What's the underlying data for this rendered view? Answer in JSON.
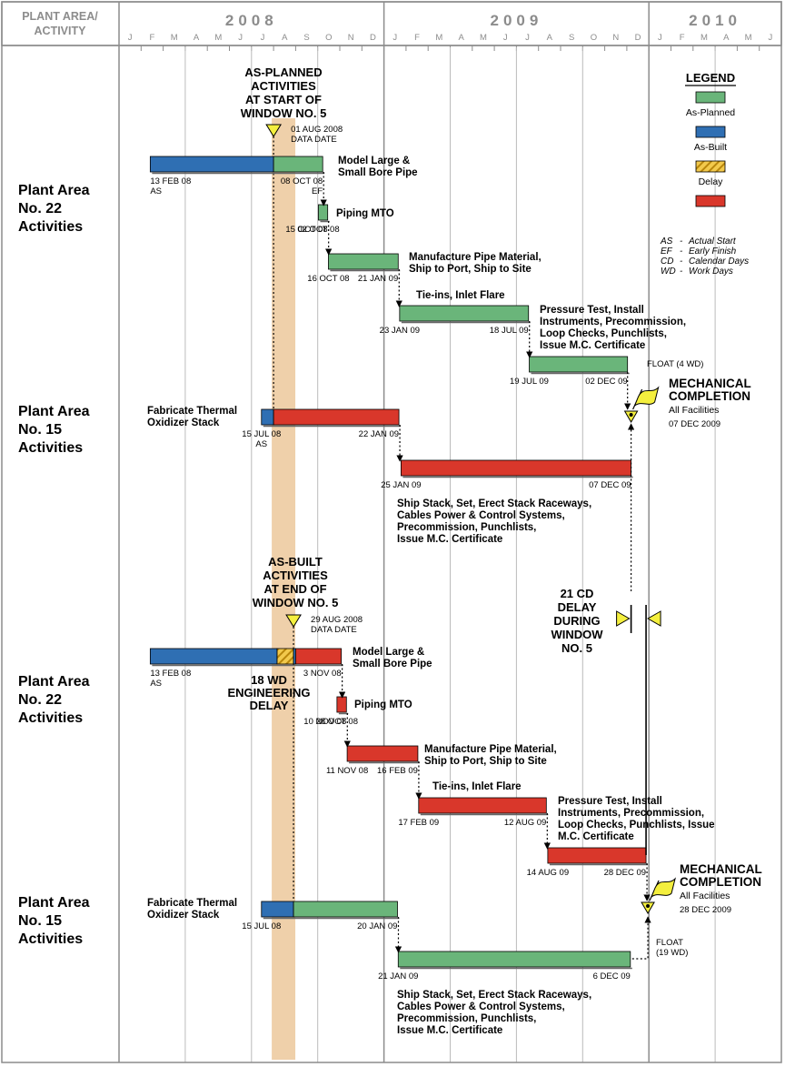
{
  "header": {
    "area_col": [
      "PLANT AREA/",
      "ACTIVITY"
    ],
    "years": [
      "2008",
      "2009",
      "2010"
    ],
    "months": [
      "J",
      "F",
      "M",
      "A",
      "M",
      "J",
      "J",
      "A",
      "S",
      "O",
      "N",
      "D",
      "J",
      "F",
      "M",
      "A",
      "M",
      "J",
      "J",
      "A",
      "S",
      "O",
      "N",
      "D",
      "J",
      "F",
      "M",
      "A",
      "M",
      "J"
    ]
  },
  "sections": [
    [
      "Plant Area",
      "No. 22",
      "Activities"
    ],
    [
      "Plant Area",
      "No. 15",
      "Activities"
    ],
    [
      "Plant Area",
      "No. 22",
      "Activities"
    ],
    [
      "Plant Area",
      "No. 15",
      "Activities"
    ]
  ],
  "windows": [
    {
      "title": [
        "AS-PLANNED",
        "ACTIVITIES",
        "AT START OF",
        "WINDOW NO. 5"
      ],
      "data_date": [
        "01 AUG 2008",
        "DATA DATE"
      ]
    },
    {
      "title": [
        "AS-BUILT",
        "ACTIVITIES",
        "AT END OF",
        "WINDOW NO. 5"
      ],
      "data_date": [
        "29 AUG 2008",
        "DATA DATE"
      ]
    }
  ],
  "bars": [
    {
      "id": "p1-model",
      "segments": [
        {
          "kind": "asbuilt",
          "start": "2008-02-13",
          "end": "2008-08-01"
        },
        {
          "kind": "planned",
          "start": "2008-08-01",
          "end": "2008-10-08"
        }
      ],
      "label": [
        "Model Large &",
        "Small Bore Pipe"
      ],
      "start_text": [
        "13 FEB 08",
        "AS"
      ],
      "end_text": [
        "08 OCT 08",
        "EF"
      ]
    },
    {
      "id": "p1-mto",
      "segments": [
        {
          "kind": "planned",
          "start": "2008-10-02",
          "end": "2008-10-15"
        }
      ],
      "label": [
        "Piping MTO"
      ],
      "start_text": [
        "02 OCT 08"
      ],
      "end_text": [
        "15 OCT 08"
      ]
    },
    {
      "id": "p1-mfg",
      "segments": [
        {
          "kind": "planned",
          "start": "2008-10-16",
          "end": "2009-01-21"
        }
      ],
      "label": [
        "Manufacture Pipe Material,",
        "Ship to Port, Ship to Site"
      ],
      "start_text": [
        "16 OCT 08"
      ],
      "end_text": [
        "21 JAN 09"
      ]
    },
    {
      "id": "p1-tie",
      "segments": [
        {
          "kind": "planned",
          "start": "2009-01-23",
          "end": "2009-07-18"
        }
      ],
      "label": [
        "Tie-ins, Inlet Flare"
      ],
      "start_text": [
        "23 JAN 09"
      ],
      "end_text": [
        "18 JUL 09"
      ]
    },
    {
      "id": "p1-test",
      "segments": [
        {
          "kind": "planned",
          "start": "2009-07-19",
          "end": "2009-12-02"
        }
      ],
      "label": [
        "Pressure Test, Install",
        "Instruments, Precommission,",
        "Loop Checks, Punchlists,",
        "Issue M.C. Certificate"
      ],
      "start_text": [
        "19 JUL 09"
      ],
      "end_text": [
        "02 DEC 09"
      ]
    },
    {
      "id": "p2-fab",
      "segments": [
        {
          "kind": "asbuilt",
          "start": "2008-07-15",
          "end": "2008-08-01"
        },
        {
          "kind": "other",
          "start": "2008-08-01",
          "end": "2009-01-22"
        }
      ],
      "label": [
        "Fabricate Thermal",
        "Oxidizer Stack"
      ],
      "start_text": [
        "15 JUL 08",
        "AS"
      ],
      "end_text": [
        "22 JAN 09"
      ]
    },
    {
      "id": "p2-ship",
      "segments": [
        {
          "kind": "other",
          "start": "2009-01-25",
          "end": "2009-12-07"
        }
      ],
      "label": [
        "Ship Stack, Set, Erect Stack Raceways,",
        "Cables Power & Control Systems,",
        "Precommission, Punchlists,",
        "Issue M.C. Certificate"
      ],
      "start_text": [
        "25 JAN 09"
      ],
      "end_text": [
        "07 DEC 09"
      ]
    },
    {
      "id": "p3-model",
      "segments": [
        {
          "kind": "asbuilt",
          "start": "2008-02-13",
          "end": "2008-08-06"
        },
        {
          "kind": "delay",
          "start": "2008-08-06",
          "end": "2008-08-29"
        },
        {
          "kind": "asbuilt",
          "start": "2008-08-29",
          "end": "2008-09-01"
        },
        {
          "kind": "other",
          "start": "2008-09-01",
          "end": "2008-11-03"
        }
      ],
      "label": [
        "Model Large &",
        "Small Bore Pipe"
      ],
      "start_text": [
        "13 FEB 08",
        "AS"
      ],
      "end_text": [
        "3 NOV 08"
      ]
    },
    {
      "id": "p3-mto",
      "segments": [
        {
          "kind": "other",
          "start": "2008-10-28",
          "end": "2008-11-10"
        }
      ],
      "label": [
        "Piping MTO"
      ],
      "start_text": [
        "28 OCT 08"
      ],
      "end_text": [
        "10 NOV 08"
      ]
    },
    {
      "id": "p3-mfg",
      "segments": [
        {
          "kind": "other",
          "start": "2008-11-11",
          "end": "2009-02-16"
        }
      ],
      "label": [
        "Manufacture Pipe Material,",
        "Ship to Port, Ship to Site"
      ],
      "start_text": [
        "11 NOV 08"
      ],
      "end_text": [
        "16 FEB 09"
      ]
    },
    {
      "id": "p3-tie",
      "segments": [
        {
          "kind": "other",
          "start": "2009-02-17",
          "end": "2009-08-12"
        }
      ],
      "label": [
        "Tie-ins, Inlet Flare"
      ],
      "start_text": [
        "17 FEB 09"
      ],
      "end_text": [
        "12 AUG 09"
      ]
    },
    {
      "id": "p3-test",
      "segments": [
        {
          "kind": "other",
          "start": "2009-08-14",
          "end": "2009-12-28"
        }
      ],
      "label": [
        "Pressure Test, Install",
        "Instruments, Precommission,",
        "Loop Checks, Punchlists, Issue",
        "M.C. Certificate"
      ],
      "start_text": [
        "14 AUG 09"
      ],
      "end_text": [
        "28 DEC 09"
      ]
    },
    {
      "id": "p4-fab",
      "segments": [
        {
          "kind": "asbuilt",
          "start": "2008-07-15",
          "end": "2008-08-29"
        },
        {
          "kind": "planned",
          "start": "2008-08-29",
          "end": "2009-01-20"
        }
      ],
      "label": [
        "Fabricate Thermal",
        "Oxidizer Stack"
      ],
      "start_text": [
        "15 JUL 08"
      ],
      "end_text": [
        "20 JAN 09"
      ]
    },
    {
      "id": "p4-ship",
      "segments": [
        {
          "kind": "planned",
          "start": "2009-01-21",
          "end": "2009-12-06"
        }
      ],
      "label": [
        "Ship Stack, Set, Erect Stack Raceways,",
        "Cables Power & Control Systems,",
        "Precommission, Punchlists,",
        "Issue M.C. Certificate"
      ],
      "start_text": [
        "21 JAN 09"
      ],
      "end_text": [
        "6 DEC 09"
      ]
    }
  ],
  "milestones": [
    {
      "title": [
        "MECHANICAL",
        "COMPLETION"
      ],
      "sub": "All Facilities",
      "date": "07 DEC 2009"
    },
    {
      "title": [
        "MECHANICAL",
        "COMPLETION"
      ],
      "sub": "All Facilities",
      "date": "28 DEC 2009"
    }
  ],
  "notes": {
    "float1": "FLOAT (4 WD)",
    "float2": [
      "FLOAT",
      "(19 WD)"
    ],
    "eng_delay": [
      "18 WD",
      "ENGINEERING",
      "DELAY"
    ],
    "cd_delay": [
      "21 CD",
      "DELAY",
      "DURING",
      "WINDOW",
      "NO. 5"
    ]
  },
  "legend": {
    "title": "LEGEND",
    "items": [
      {
        "kind": "planned",
        "label": "As-Planned"
      },
      {
        "kind": "asbuilt",
        "label": "As-Built"
      },
      {
        "kind": "delay",
        "label": "Delay"
      },
      {
        "kind": "other",
        "label": ""
      }
    ],
    "abbr": [
      {
        "key": "AS",
        "text": "Actual Start"
      },
      {
        "key": "EF",
        "text": "Early Finish"
      },
      {
        "key": "CD",
        "text": "Calendar Days"
      },
      {
        "key": "WD",
        "text": "Work Days"
      }
    ]
  },
  "colors": {
    "planned": "#6ab57a",
    "asbuilt": "#2f6fb3",
    "delay": "#f2c94c",
    "other": "#d9372b",
    "window_band": "#efd0aa",
    "milestone": "#f4ef3e"
  }
}
